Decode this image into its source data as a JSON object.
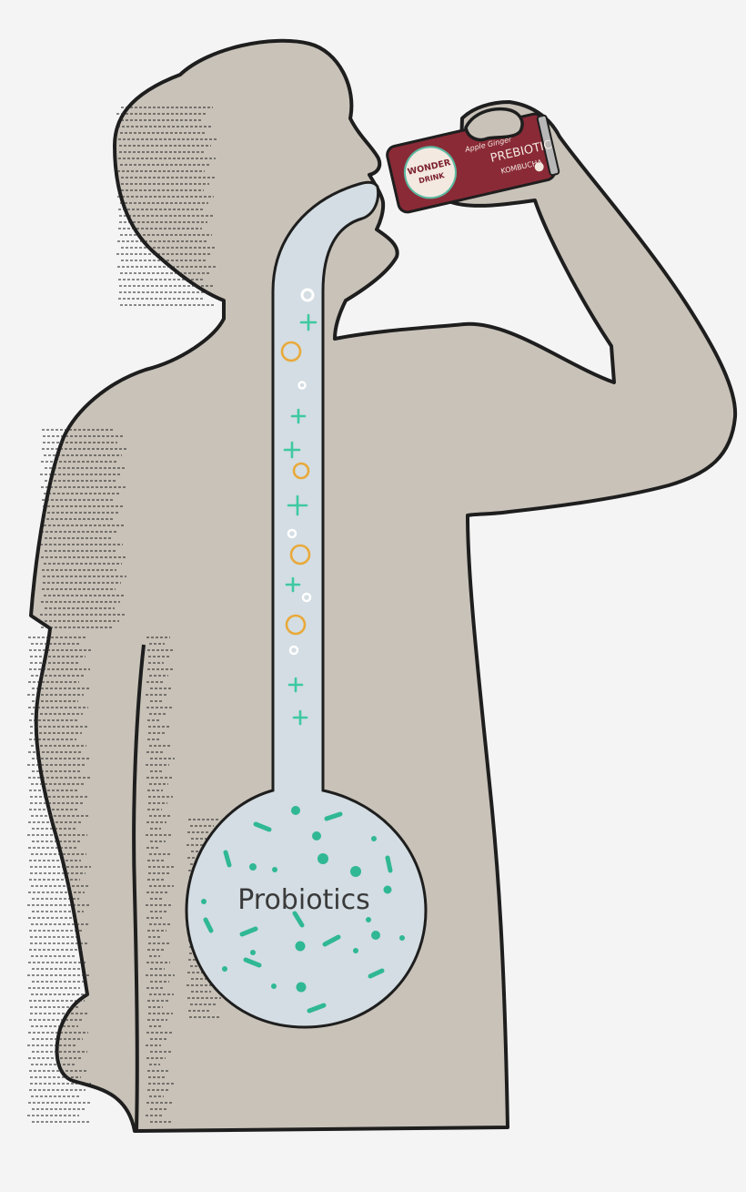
{
  "diagram": {
    "stomach_label": "Probiotics",
    "can": {
      "brand_line1": "WONDER",
      "brand_line2": "DRINK",
      "flavor": "Apple Ginger",
      "product_line1": "PREBIOTIC",
      "product_line2": "KOMBUCHA"
    },
    "colors": {
      "background": "#f4f4f4",
      "silhouette": "#c8c2b8",
      "outline": "#1e1e1e",
      "digestive_tract": "#d3dde3",
      "bubble_white": "#ffffff",
      "bubble_orange": "#e9a93a",
      "plus_teal": "#3ec9a1",
      "probiotic_teal": "#2fb893",
      "can_red": "#8a2a36",
      "can_cream": "#f3e9e1"
    },
    "icons": {
      "bubble": "circle",
      "nutrient": "plus-sign",
      "bacteria": "rod-and-coccus"
    }
  }
}
